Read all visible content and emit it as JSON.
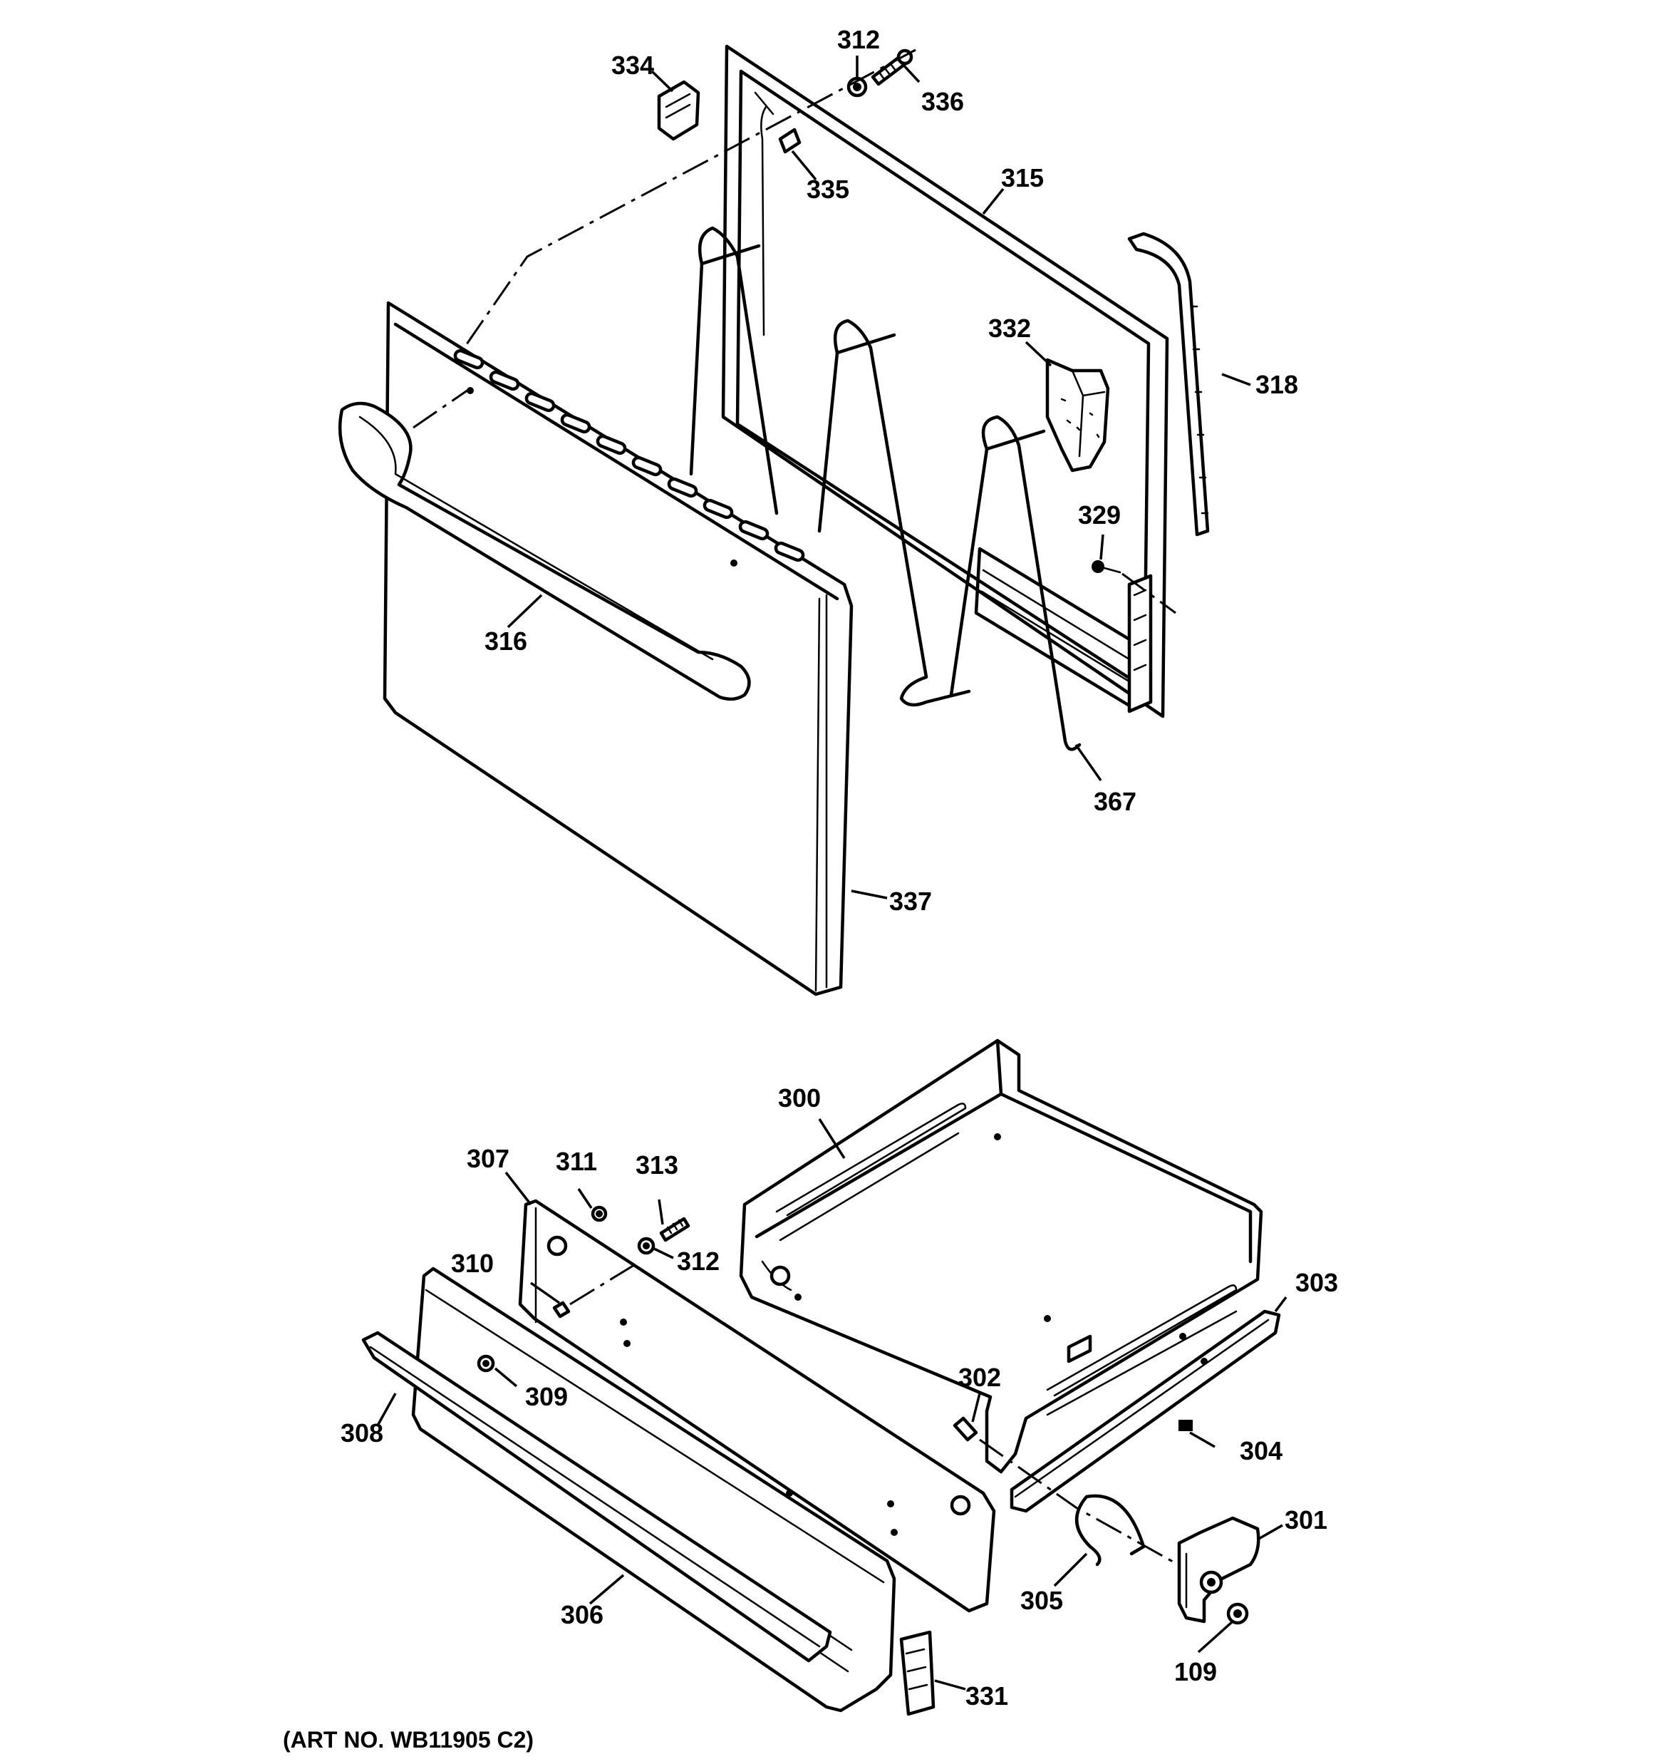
{
  "callouts": {
    "c312a": "312",
    "c334": "334",
    "c336": "336",
    "c335": "335",
    "c315": "315",
    "c332": "332",
    "c318": "318",
    "c329": "329",
    "c316": "316",
    "c367": "367",
    "c337": "337",
    "c300": "300",
    "c307": "307",
    "c311": "311",
    "c313": "313",
    "c312b": "312",
    "c310": "310",
    "c303": "303",
    "c309": "309",
    "c308": "308",
    "c302": "302",
    "c304": "304",
    "c301": "301",
    "c305": "305",
    "c306": "306",
    "c109": "109",
    "c331": "331"
  },
  "art_number": "(ART NO. WB11905 C2)"
}
